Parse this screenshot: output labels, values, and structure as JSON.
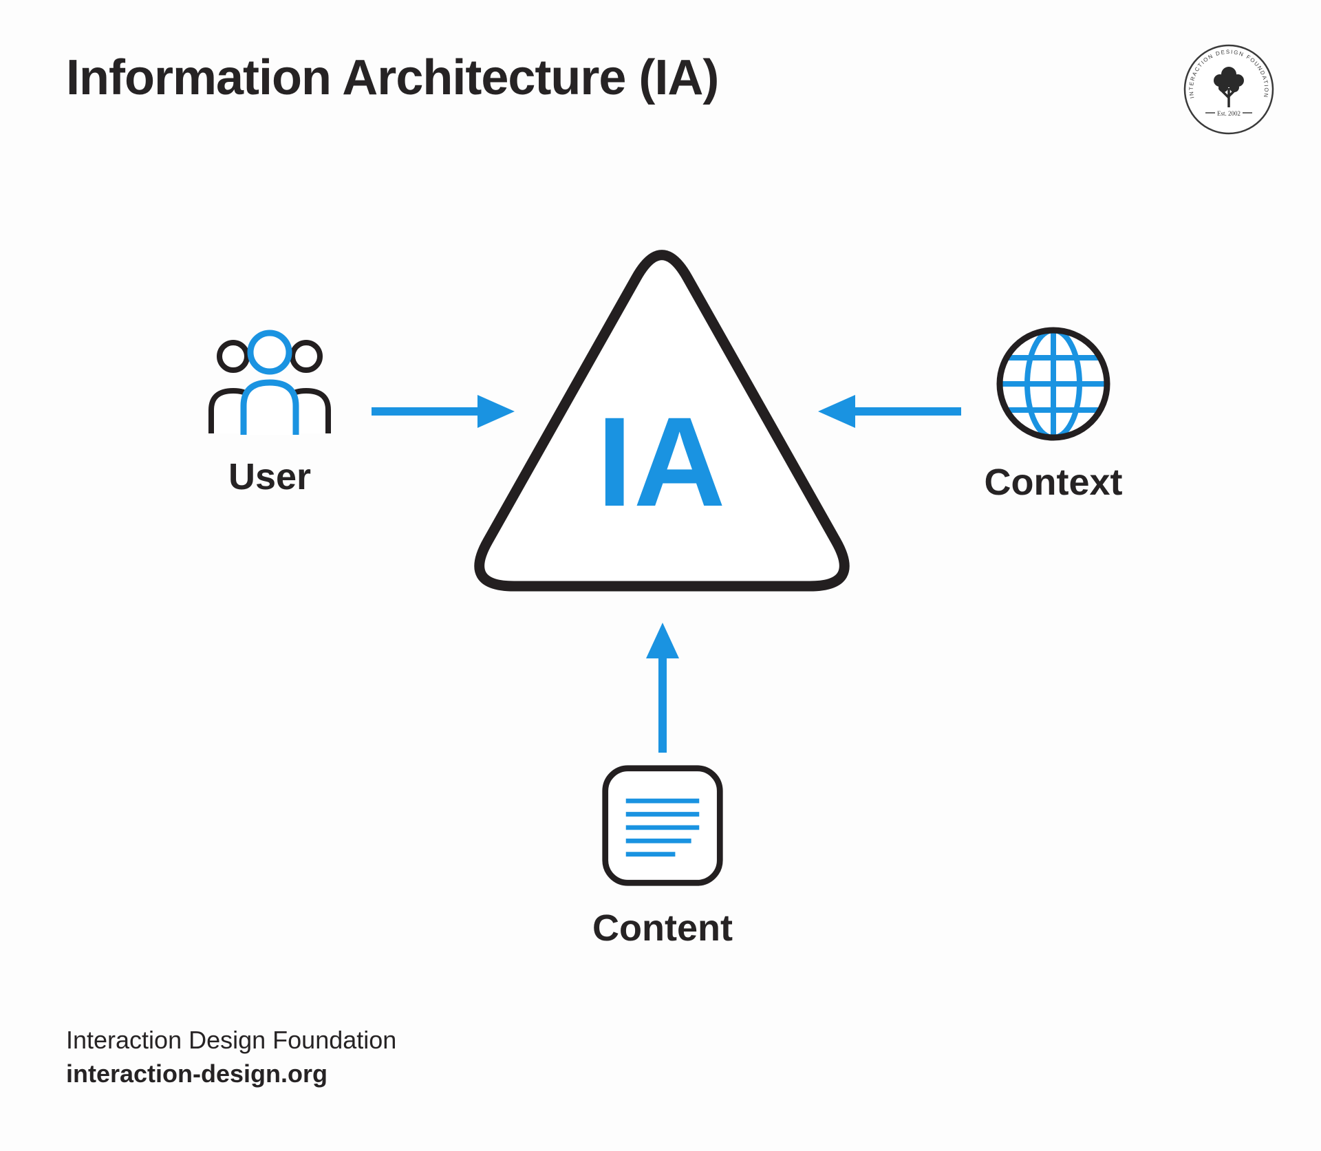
{
  "title": "Information Architecture (IA)",
  "logo": {
    "ring_text": "INTERACTION DESIGN FOUNDATION",
    "established": "Est. 2002"
  },
  "diagram": {
    "center": {
      "label": "IA"
    },
    "nodes": [
      {
        "id": "user",
        "label": "User",
        "icon": "users-icon"
      },
      {
        "id": "context",
        "label": "Context",
        "icon": "globe-icon"
      },
      {
        "id": "content",
        "label": "Content",
        "icon": "document-icon"
      }
    ],
    "arrows": [
      {
        "from": "user",
        "to": "ia",
        "direction": "right"
      },
      {
        "from": "context",
        "to": "ia",
        "direction": "left"
      },
      {
        "from": "content",
        "to": "ia",
        "direction": "up"
      }
    ]
  },
  "footer": {
    "org": "Interaction Design Foundation",
    "website": "interaction-design.org"
  },
  "colors": {
    "accent_blue": "#1A93E1",
    "ink": "#262324",
    "icon_stroke": "#231F20"
  }
}
